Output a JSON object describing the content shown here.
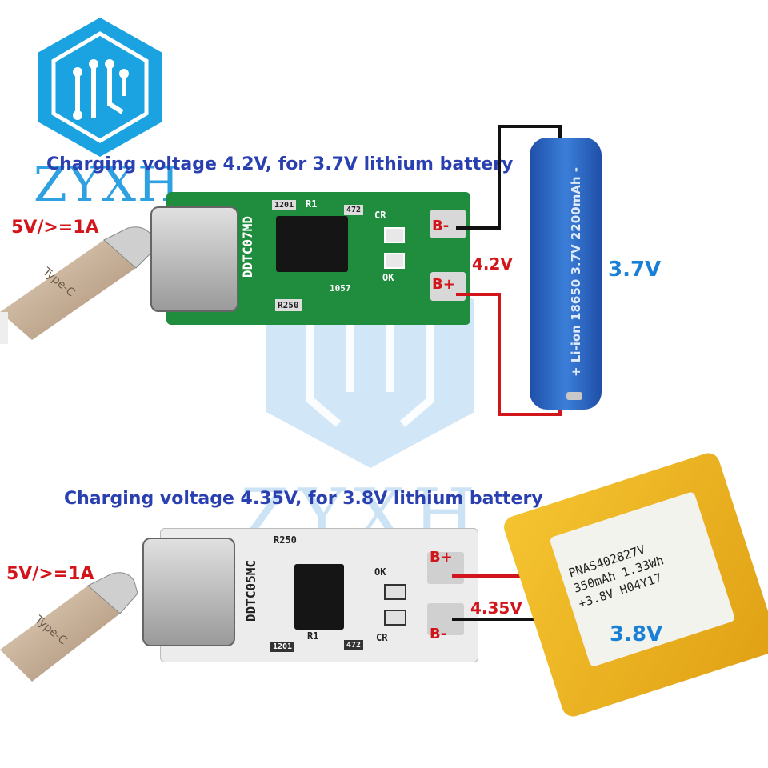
{
  "logo": {
    "brand": "ZYXH",
    "watermark": "ZYXH",
    "color": "#1aa3e0"
  },
  "top_module": {
    "title": "Charging voltage 4.2V, for 3.7V lithium battery",
    "input_label": "5V/>=1A",
    "output_voltage": "4.2V",
    "battery_voltage": "3.7V",
    "pcb_model": "DDTC07MD",
    "pad_neg": "B-",
    "pad_pos": "B+",
    "led_labels": [
      "CR",
      "OK"
    ],
    "silk": [
      "R1",
      "R250",
      "1057",
      "1201",
      "472"
    ],
    "cable_text": "Type-C",
    "battery_text": "+ Li-ion 18650 3.7V 2200mAh -",
    "pcb_color": "#1f8c3e"
  },
  "bottom_module": {
    "title": "Charging voltage 4.35V, for 3.8V lithium battery",
    "input_label": "5V/>=1A",
    "output_voltage": "4.35V",
    "battery_voltage": "3.8V",
    "pcb_model": "DDTC05MC",
    "pad_pos": "B+",
    "pad_neg": "B-",
    "led_labels": [
      "OK",
      "CR"
    ],
    "silk": [
      "R250",
      "R1",
      "1201",
      "472"
    ],
    "cable_text": "Type-C",
    "battery_lines": [
      "PNAS402827V",
      "350mAh 1.33Wh",
      "+3.8V H04Y17"
    ],
    "pcb_color": "#ececec"
  }
}
